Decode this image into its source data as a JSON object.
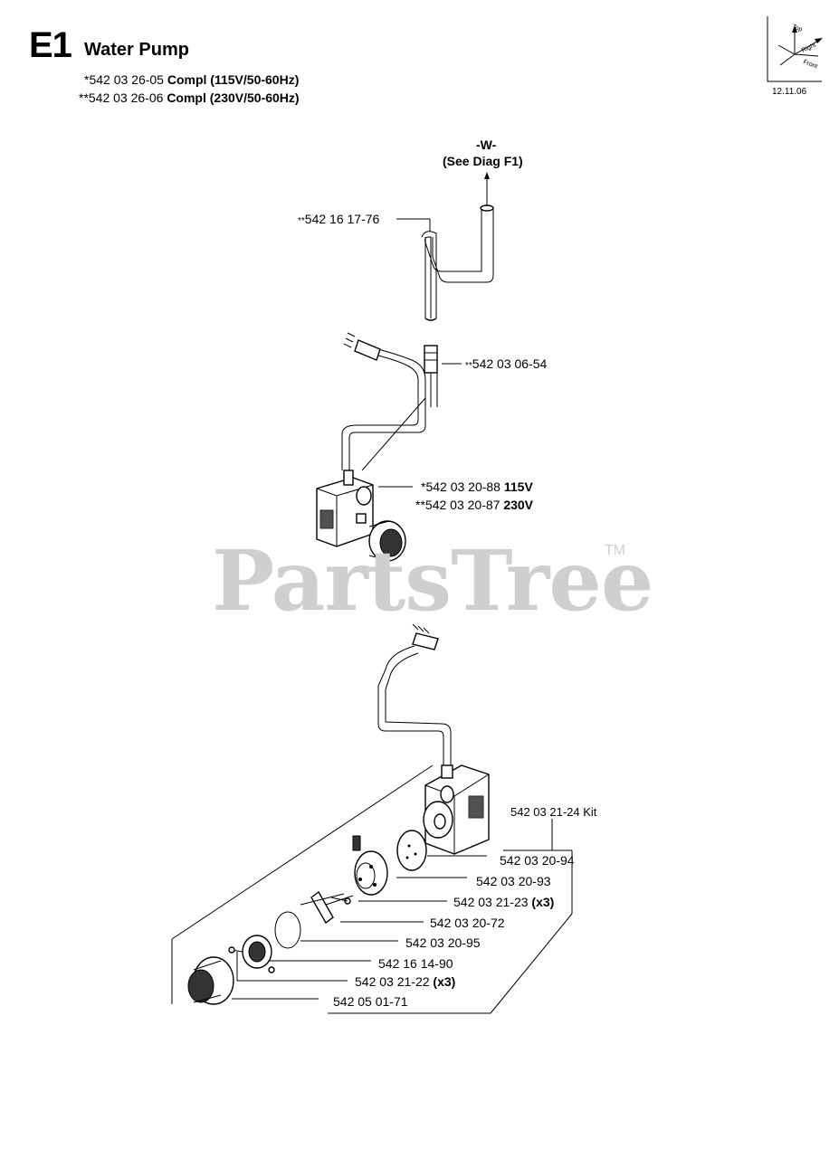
{
  "header": {
    "section_code": "E1",
    "section_title": "Water Pump",
    "compl_1": {
      "prefix": "*542 03 26-05 ",
      "bold": "Compl (115V/50-60Hz)"
    },
    "compl_2": {
      "prefix": "**542 03 26-06 ",
      "bold": "Compl (230V/50-60Hz)"
    },
    "date": "12.11.06"
  },
  "orientation": {
    "top": "Top",
    "right": "Right",
    "front": "Front"
  },
  "diagram": {
    "ref_w": "-W-",
    "ref_see": "(See Diag F1)",
    "parts": [
      {
        "id": "hose",
        "prefix": "**",
        "number": "542 16 17-76",
        "suffix": ""
      },
      {
        "id": "fitting",
        "prefix": "**",
        "number": "542 03 06-54",
        "suffix": ""
      },
      {
        "id": "pump-115",
        "prefix": "*",
        "number": "542 03 20-88 ",
        "suffix": "115V"
      },
      {
        "id": "pump-230",
        "prefix": "**",
        "number": "542 03 20-87 ",
        "suffix": "230V"
      },
      {
        "id": "kit",
        "prefix": "",
        "number": "542 03 21-24 Kit",
        "suffix": ""
      },
      {
        "id": "p94",
        "prefix": "",
        "number": "542 03 20-94",
        "suffix": ""
      },
      {
        "id": "p93",
        "prefix": "",
        "number": "542 03 20-93",
        "suffix": ""
      },
      {
        "id": "p23",
        "prefix": "",
        "number": "542 03 21-23 ",
        "suffix": "(x3)"
      },
      {
        "id": "p72",
        "prefix": "",
        "number": "542 03 20-72",
        "suffix": ""
      },
      {
        "id": "p95",
        "prefix": "",
        "number": "542 03 20-95",
        "suffix": ""
      },
      {
        "id": "p90",
        "prefix": "",
        "number": "542 16 14-90",
        "suffix": ""
      },
      {
        "id": "p22",
        "prefix": "",
        "number": "542 03 21-22 ",
        "suffix": "(x3)"
      },
      {
        "id": "p71",
        "prefix": "",
        "number": "542 05 01-71",
        "suffix": ""
      }
    ]
  },
  "watermark": {
    "text": "PartsTree",
    "tm": "TM"
  }
}
